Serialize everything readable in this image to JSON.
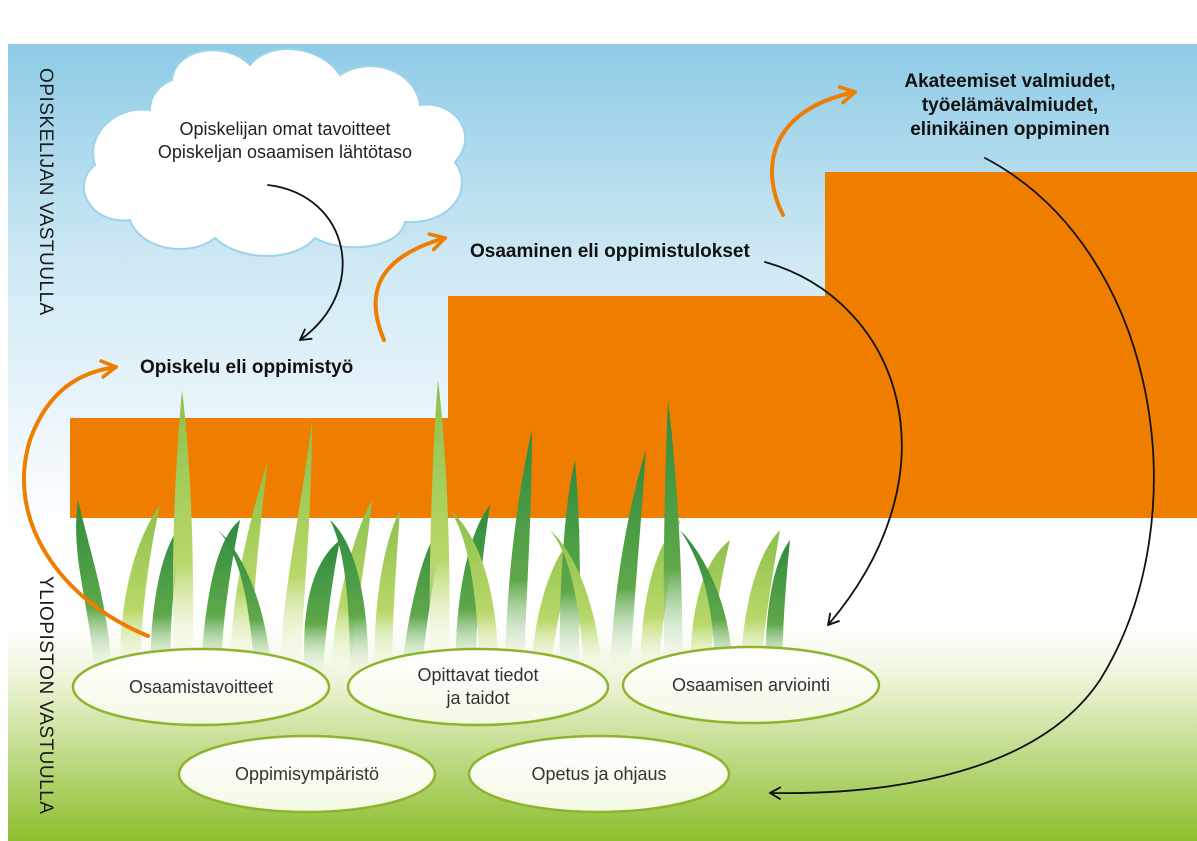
{
  "side_labels": {
    "top": "OPISKELIJAN VASTUULLA",
    "bottom": "YLIOPISTON VASTUULLA"
  },
  "cloud": {
    "line1": "Opiskelijan omat tavoitteet",
    "line2": "Opiskeljan osaamisen lähtötaso"
  },
  "stages": {
    "study": "Opiskelu eli oppimistyö",
    "competence": "Osaaminen eli oppimistulokset",
    "outcome_line1": "Akateemiset valmiudet,",
    "outcome_line2": "työelämävalmiudet,",
    "outcome_line3": "elinikäinen oppiminen"
  },
  "ovals": {
    "goals": "Osaamistavoitteet",
    "knowledge_line1": "Opittavat tiedot",
    "knowledge_line2": "ja taidot",
    "assessment": "Osaamisen arviointi",
    "environment": "Oppimisympäristö",
    "teaching": "Opetus ja ohjaus"
  },
  "colors": {
    "orange": "#EF7D00",
    "sky_top": "#8ECBE6",
    "grass_green": "#8DBE2D",
    "oval_stroke": "#8DB42C",
    "arrow_black": "#111111"
  }
}
